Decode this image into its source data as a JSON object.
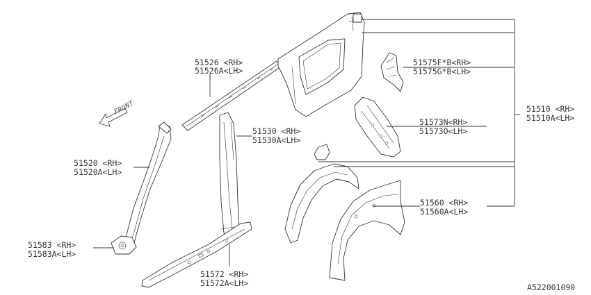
{
  "diagram_id": "A522001090",
  "front_label": "FRONT",
  "parts": [
    {
      "id": "p51526",
      "rh": "51526 <RH>",
      "lh": "51526A<LH>"
    },
    {
      "id": "p51575",
      "rh": "51575F*B<RH>",
      "lh": "51575G*B<LH>"
    },
    {
      "id": "p51510",
      "rh": "51510 <RH>",
      "lh": "51510A<LH>"
    },
    {
      "id": "p51573",
      "rh": "51573N<RH>",
      "lh": "51573O<LH>"
    },
    {
      "id": "p51530",
      "rh": "51530 <RH>",
      "lh": "51530A<LH>"
    },
    {
      "id": "p51520",
      "rh": "51520 <RH>",
      "lh": "51520A<LH>"
    },
    {
      "id": "p51560",
      "rh": "51560 <RH>",
      "lh": "51560A<LH>"
    },
    {
      "id": "p51583",
      "rh": "51583 <RH>",
      "lh": "51583A<LH>"
    },
    {
      "id": "p51572",
      "rh": "51572 <RH>",
      "lh": "51572A<LH>"
    }
  ]
}
